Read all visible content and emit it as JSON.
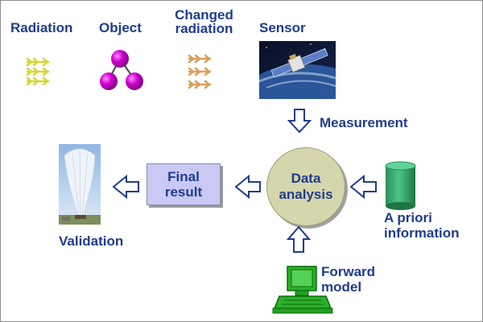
{
  "labels": {
    "radiation": "Radiation",
    "object": "Object",
    "changed_radiation_1": "Changed",
    "changed_radiation_2": "radiation",
    "sensor": "Sensor",
    "measurement": "Measurement",
    "final_result_1": "Final",
    "final_result_2": "result",
    "data_analysis_1": "Data",
    "data_analysis_2": "analysis",
    "a_priori_1": "A priori",
    "a_priori_2": "information",
    "forward_model_1": "Forward",
    "forward_model_2": "model",
    "validation": "Validation"
  },
  "colors": {
    "label_text": "#1f3c8f",
    "radiation_arrows": "#d6d63a",
    "changed_radiation_arrows": "#d9a05a",
    "object_atoms": "#c000c0",
    "flow_arrow_outline": "#1f3c8f",
    "final_result_box": "#c9c9f3",
    "data_analysis_circle": "#d6d6ad",
    "database_cylinder": "#3aa870",
    "computer": "#22a022"
  },
  "icons": {
    "radiation": "radiation-arrows-icon",
    "object": "molecule-icon",
    "changed_radiation": "changed-radiation-arrows-icon",
    "sensor": "satellite-photo",
    "validation": "balloon-photo",
    "a_priori": "database-cylinder-icon",
    "forward_model": "computer-icon"
  }
}
